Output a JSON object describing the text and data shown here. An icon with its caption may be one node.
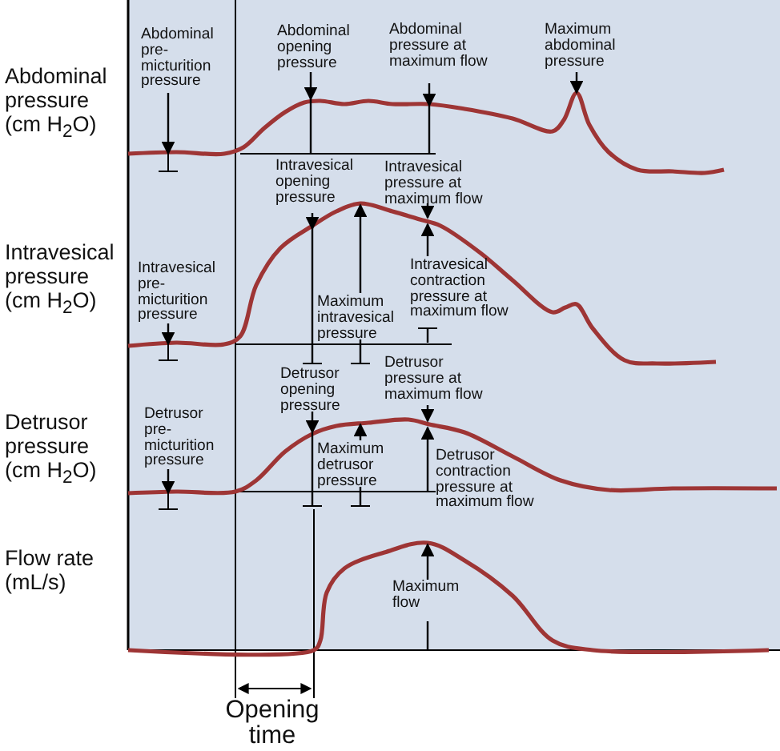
{
  "diagram": {
    "labels": [
      "Abdominal pressure (cm H$_{2}$O)",
      "Abdominal pre-micturition pressure",
      "Abdominal opening pressure",
      "Abdominal pressure at maximum flow",
      "Maximum abdominal pressure",
      "Intravesical pressure (cm H$_{2}$O)",
      "Intravesical opening pressure",
      "Intravesical pressure at maximum flow",
      "Intravesical pre-micturition pressure",
      "Maximum intravesical pressure",
      "Intravesical contraction pressure at maximum flow",
      "Detrusor pressure (cm H$_{2}$O)",
      "Detrusor opening pressure",
      "Detrusor pressure at maximum flow",
      "Detrusor pre-micturition pressure",
      "Maximum detrusor pressure",
      "Detrusor contraction pressure at maximum flow",
      "Flow rate (mL/s)",
      "Maximum flow",
      "Opening time"
    ]
  }
}
